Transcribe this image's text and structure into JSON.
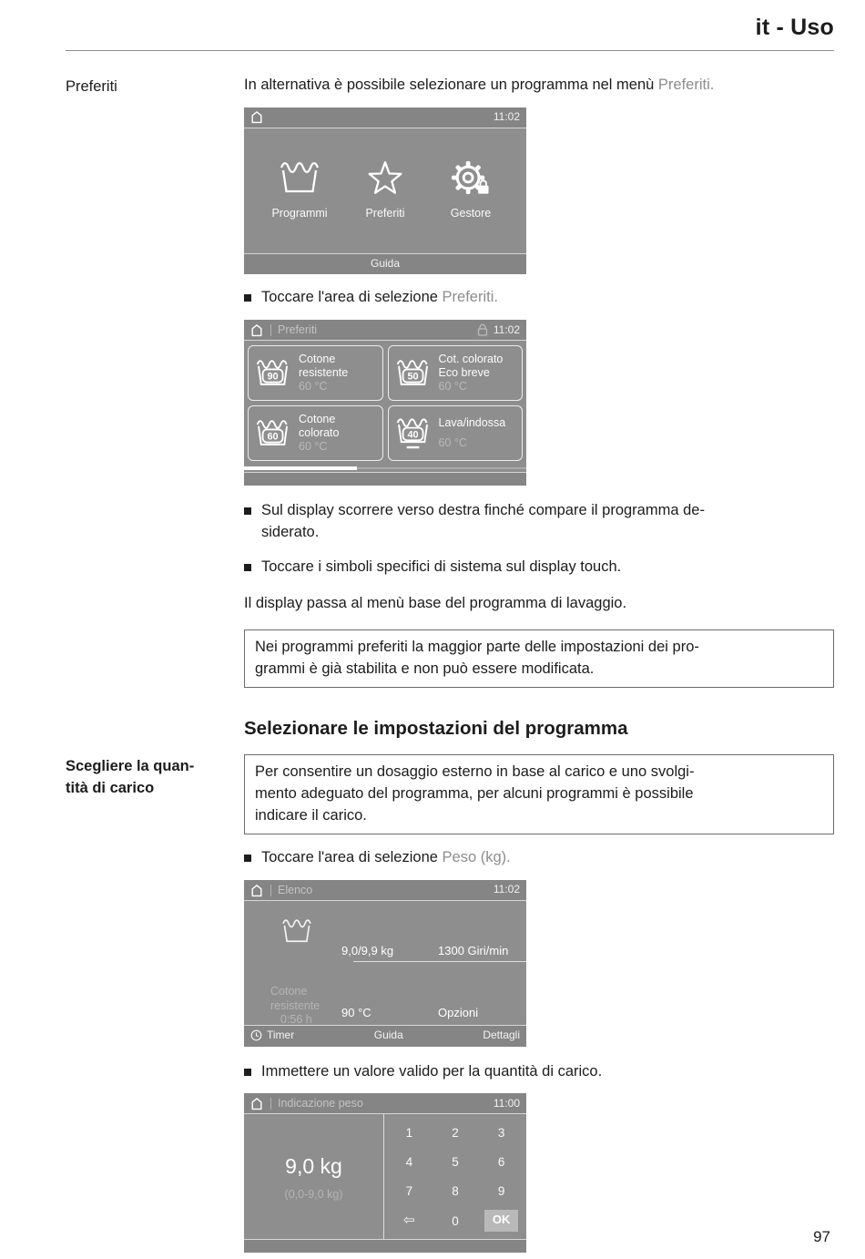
{
  "page": {
    "header_title": "it - Uso",
    "page_number": "97"
  },
  "margin": {
    "preferiti": "Preferiti",
    "carico": "Scegliere la quan-\ntità di carico"
  },
  "text": {
    "intro_pre": "In alternativa è possibile selezionare un programma nel menù ",
    "intro_link": "Preferiti.",
    "bullet1_pre": "Toccare l'area di selezione ",
    "bullet1_link": "Preferiti.",
    "bullet2": "Sul display scorrere verso destra finché compare il programma de-\nsiderato.",
    "bullet3": "Toccare i simboli specifici di sistema sul display touch.",
    "para_display": "Il display passa al menù base del programma di lavaggio.",
    "note1": "Nei programmi preferiti la maggior parte delle impostazioni dei pro-\ngrammi è già stabilita e non può essere modificata.",
    "heading": "Selezionare le impostazioni del programma",
    "note2": "Per consentire un dosaggio esterno in base al carico e uno svolgi-\nmento adeguato del programma, per alcuni programmi è possibile\nindicare il carico.",
    "bullet4_pre": "Toccare l'area di selezione ",
    "bullet4_link": "Peso (kg).",
    "bullet5": "Immettere un valore valido per la quantità di carico."
  },
  "displays": {
    "home": {
      "time": "11:02",
      "items": [
        {
          "label": "Programmi"
        },
        {
          "label": "Preferiti"
        },
        {
          "label": "Gestore"
        }
      ],
      "footer": "Guida"
    },
    "preferiti": {
      "title": "Preferiti",
      "time": "11:02",
      "tiles": [
        {
          "num": "90",
          "name": "Cotone\nresistente",
          "temp": "60 °C"
        },
        {
          "num": "50",
          "name": "Cot. colorato\nEco breve",
          "temp": "60 °C"
        },
        {
          "num": "60",
          "name": "Cotone\ncolorato",
          "temp": "60 °C"
        },
        {
          "num": "40",
          "name": "Lava/indossa",
          "temp": "60 °C"
        }
      ]
    },
    "elenco": {
      "title": "Elenco",
      "time": "11:02",
      "program": "Cotone\nresistente",
      "duration": "0:56  h",
      "load": "9,0/9,9 kg",
      "spin": "1300 Giri/min",
      "temp": "90 °C",
      "options": "Opzioni",
      "timer": "Timer",
      "guida": "Guida",
      "dettagli": "Dettagli"
    },
    "peso": {
      "title": "Indicazione peso",
      "time": "11:00",
      "value": "9,0 kg",
      "range": "(0,0-9,0 kg)",
      "keys": [
        "1",
        "2",
        "3",
        "4",
        "5",
        "6",
        "7",
        "8",
        "9"
      ],
      "zero": "0",
      "ok": "OK"
    }
  },
  "colors": {
    "display_bg": "#8e8e8e",
    "display_bar": "#858585",
    "dim_text": "#b9b9b9",
    "ok_button_bg": "#b9b9b9"
  }
}
